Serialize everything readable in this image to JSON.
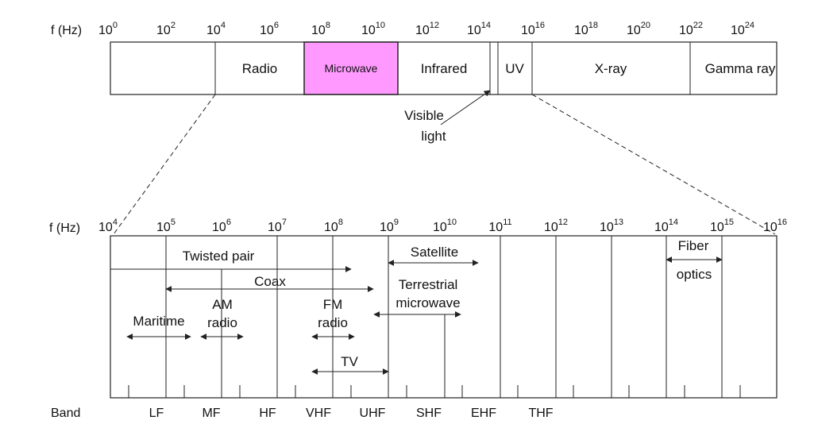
{
  "spectrum": {
    "axis_label": "f (Hz)",
    "base": "10",
    "exponents": [
      "0",
      "2",
      "4",
      "6",
      "8",
      "10",
      "12",
      "14",
      "16",
      "18",
      "20",
      "22",
      "24"
    ],
    "regions": [
      "Radio",
      "Microwave",
      "Infrared",
      "UV",
      "X-ray",
      "Gamma ray"
    ],
    "highlight_color": "#ff99ff",
    "visible_label": [
      "Visible",
      "light"
    ]
  },
  "detail": {
    "axis_label": "f (Hz)",
    "base": "10",
    "exponents": [
      "4",
      "5",
      "6",
      "7",
      "8",
      "9",
      "10",
      "11",
      "12",
      "13",
      "14",
      "15",
      "16"
    ],
    "media": [
      {
        "lines": [
          "Twisted pair"
        ]
      },
      {
        "lines": [
          "Coax"
        ]
      },
      {
        "lines": [
          "Satellite"
        ]
      },
      {
        "lines": [
          "Terrestrial",
          "microwave"
        ]
      },
      {
        "lines": [
          "Maritime"
        ]
      },
      {
        "lines": [
          "AM",
          "radio"
        ]
      },
      {
        "lines": [
          "FM",
          "radio"
        ]
      },
      {
        "lines": [
          "TV"
        ]
      },
      {
        "lines": [
          "Fiber",
          "optics"
        ]
      }
    ],
    "band_label": "Band",
    "bands": [
      "LF",
      "MF",
      "HF",
      "VHF",
      "UHF",
      "SHF",
      "EHF",
      "THF"
    ]
  }
}
